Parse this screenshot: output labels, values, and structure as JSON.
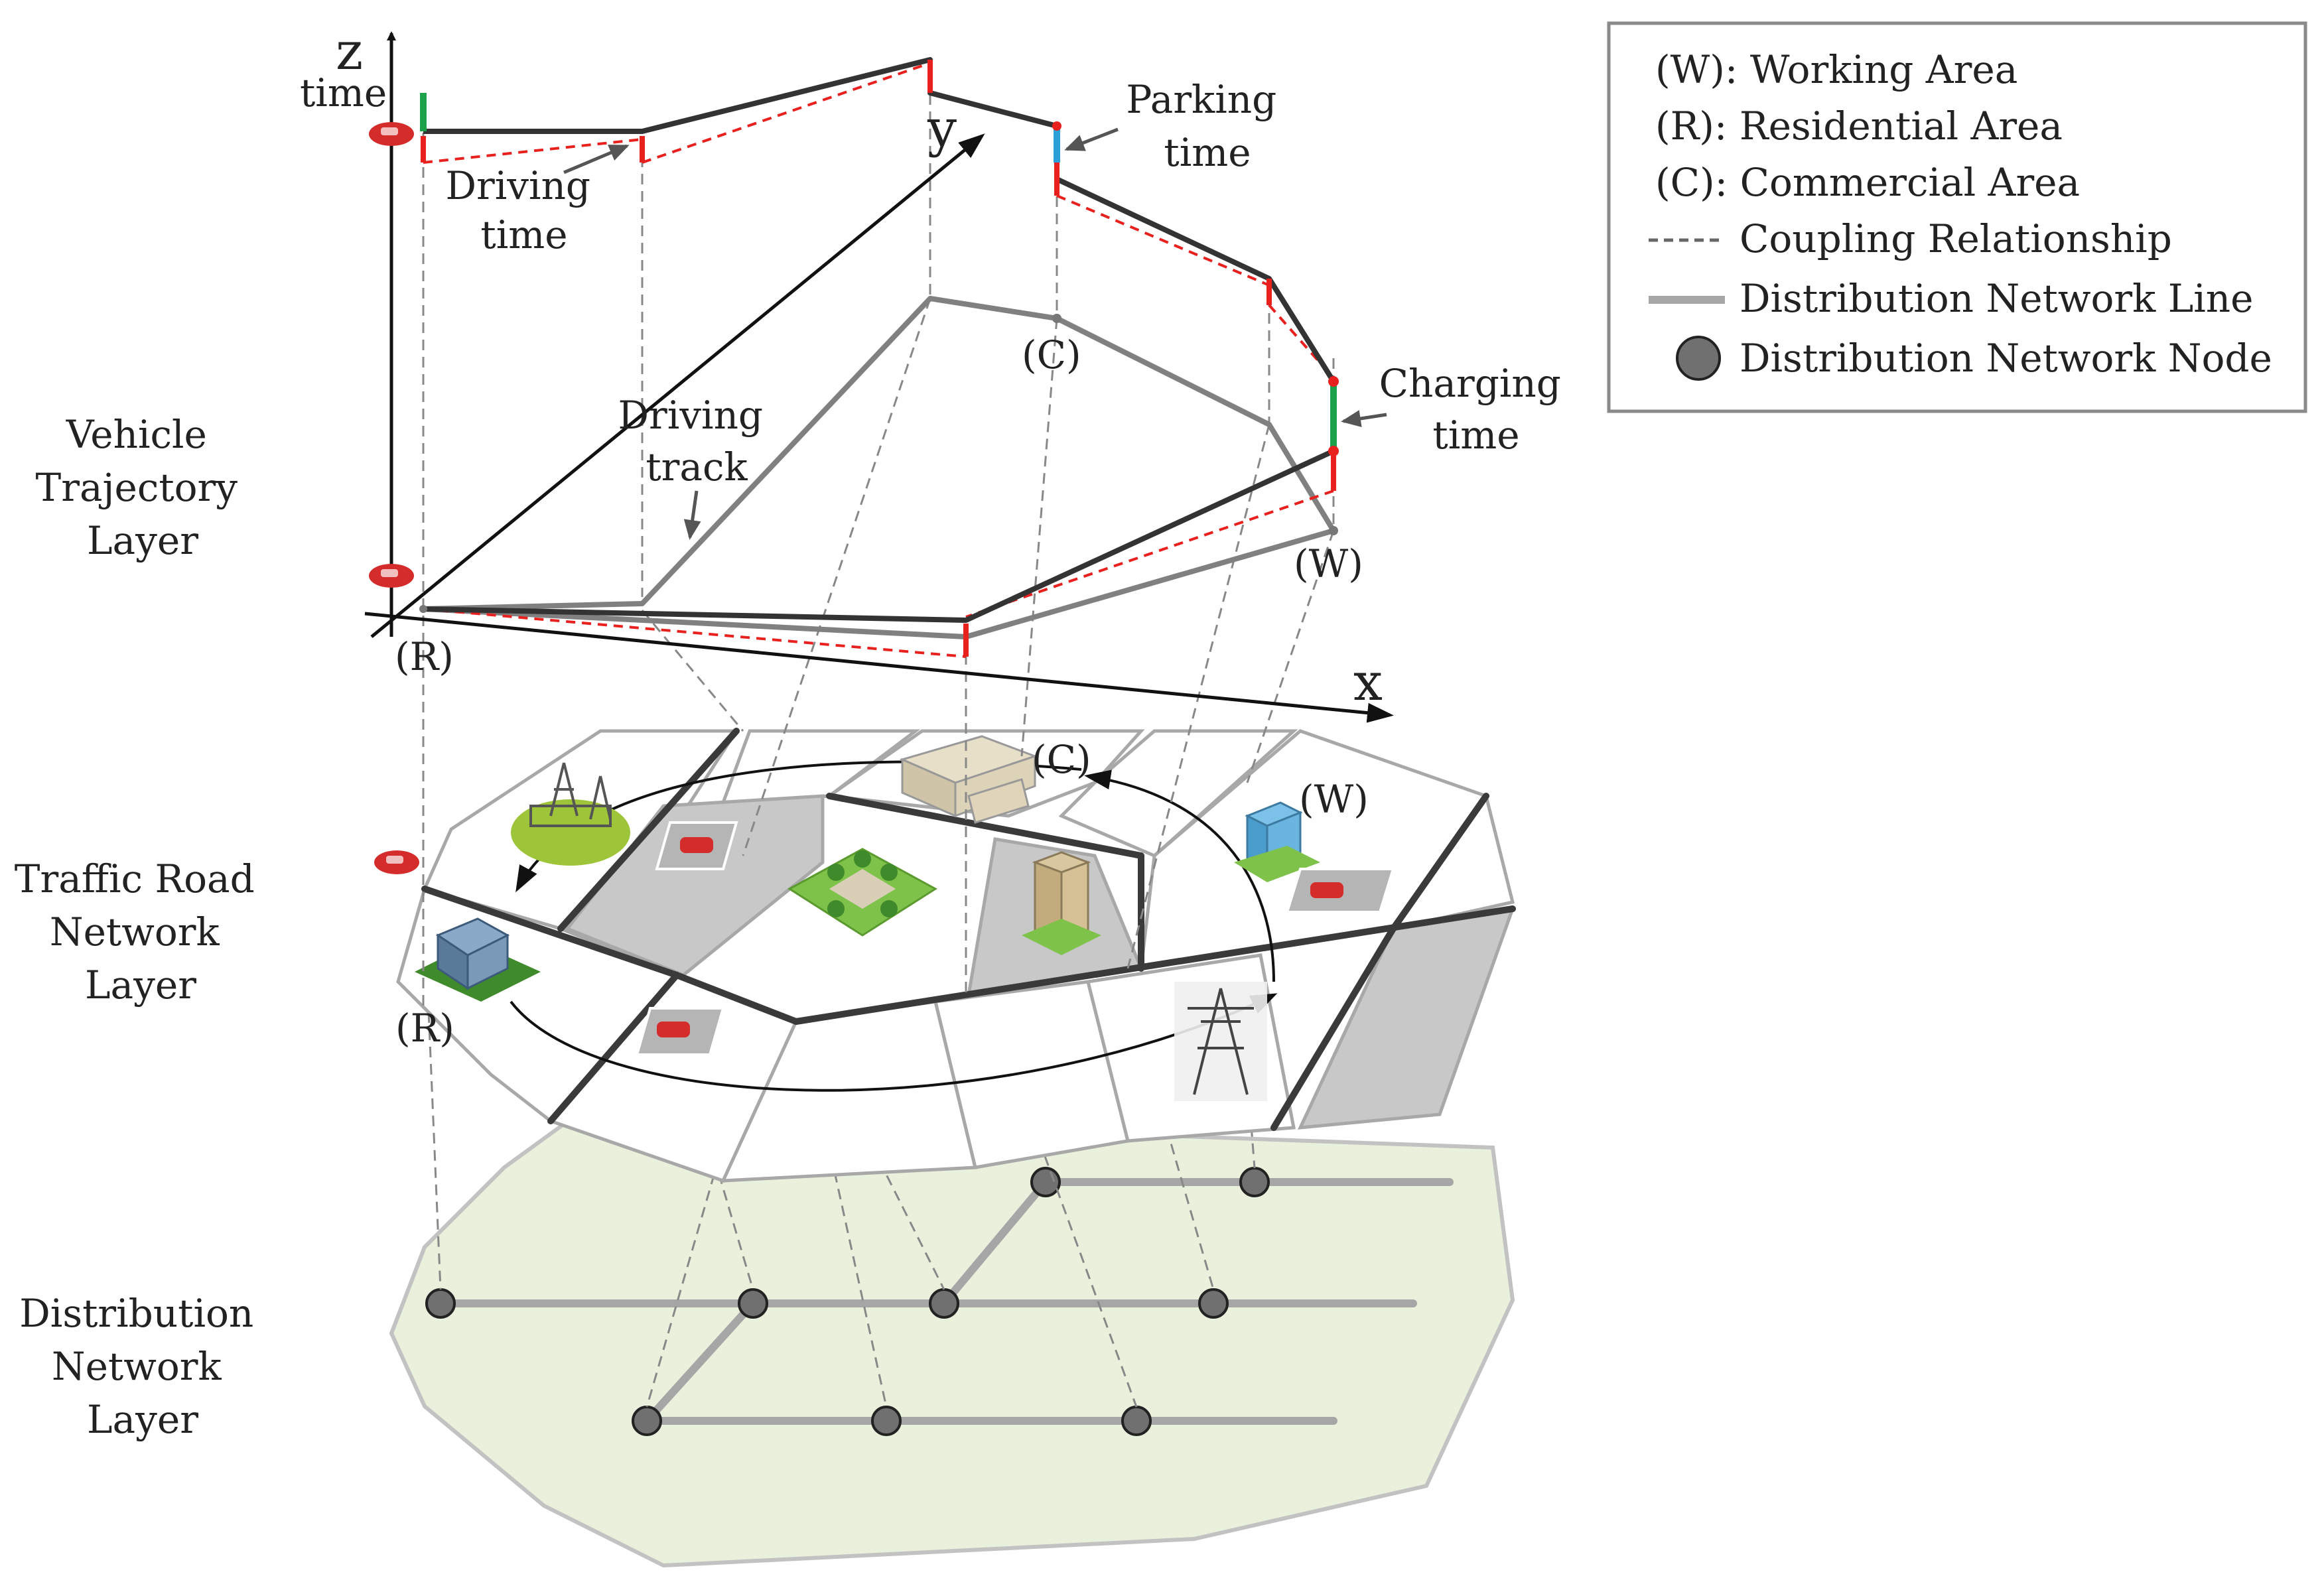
{
  "layers": {
    "vehicle_trajectory": [
      "Vehicle",
      "Trajectory",
      "Layer"
    ],
    "traffic_road_network": [
      "Traffic Road",
      "Network",
      "Layer"
    ],
    "distribution_network": [
      "Distribution",
      "Network",
      "Layer"
    ]
  },
  "axes": {
    "x": "x",
    "y": "y",
    "z": "z",
    "z_sub": "time"
  },
  "annotations": {
    "driving_time": [
      "Driving",
      "time"
    ],
    "parking_time": [
      "Parking",
      "time"
    ],
    "charging_time": [
      "Charging",
      "time"
    ],
    "driving_track": [
      "Driving",
      "track"
    ]
  },
  "area_labels": {
    "r": "(R)",
    "c": "(C)",
    "w": "(W)"
  },
  "legend": {
    "items": [
      {
        "key": "working",
        "label": "(W): Working Area"
      },
      {
        "key": "residential",
        "label": "(R): Residential Area"
      },
      {
        "key": "commercial",
        "label": "(C): Commercial Area"
      },
      {
        "key": "coupling",
        "label": "Coupling Relationship"
      },
      {
        "key": "line",
        "label": "Distribution Network Line"
      },
      {
        "key": "node",
        "label": "Distribution Network Node"
      }
    ]
  },
  "colors": {
    "trajectory": "#333333",
    "projection": "#808080",
    "red_dash": "#e8201e",
    "charging": "#1aa14a",
    "parking": "#2a9fd8",
    "dn_fill": "#e9f0dc",
    "road_gray": "#c8c8c8",
    "node_fill": "#707070"
  },
  "icons": [
    "car-icon",
    "substation-icon",
    "office-building-icon",
    "park-icon",
    "parking-lot-icon",
    "tower-building-icon",
    "pylon-icon",
    "commercial-building-icon"
  ]
}
